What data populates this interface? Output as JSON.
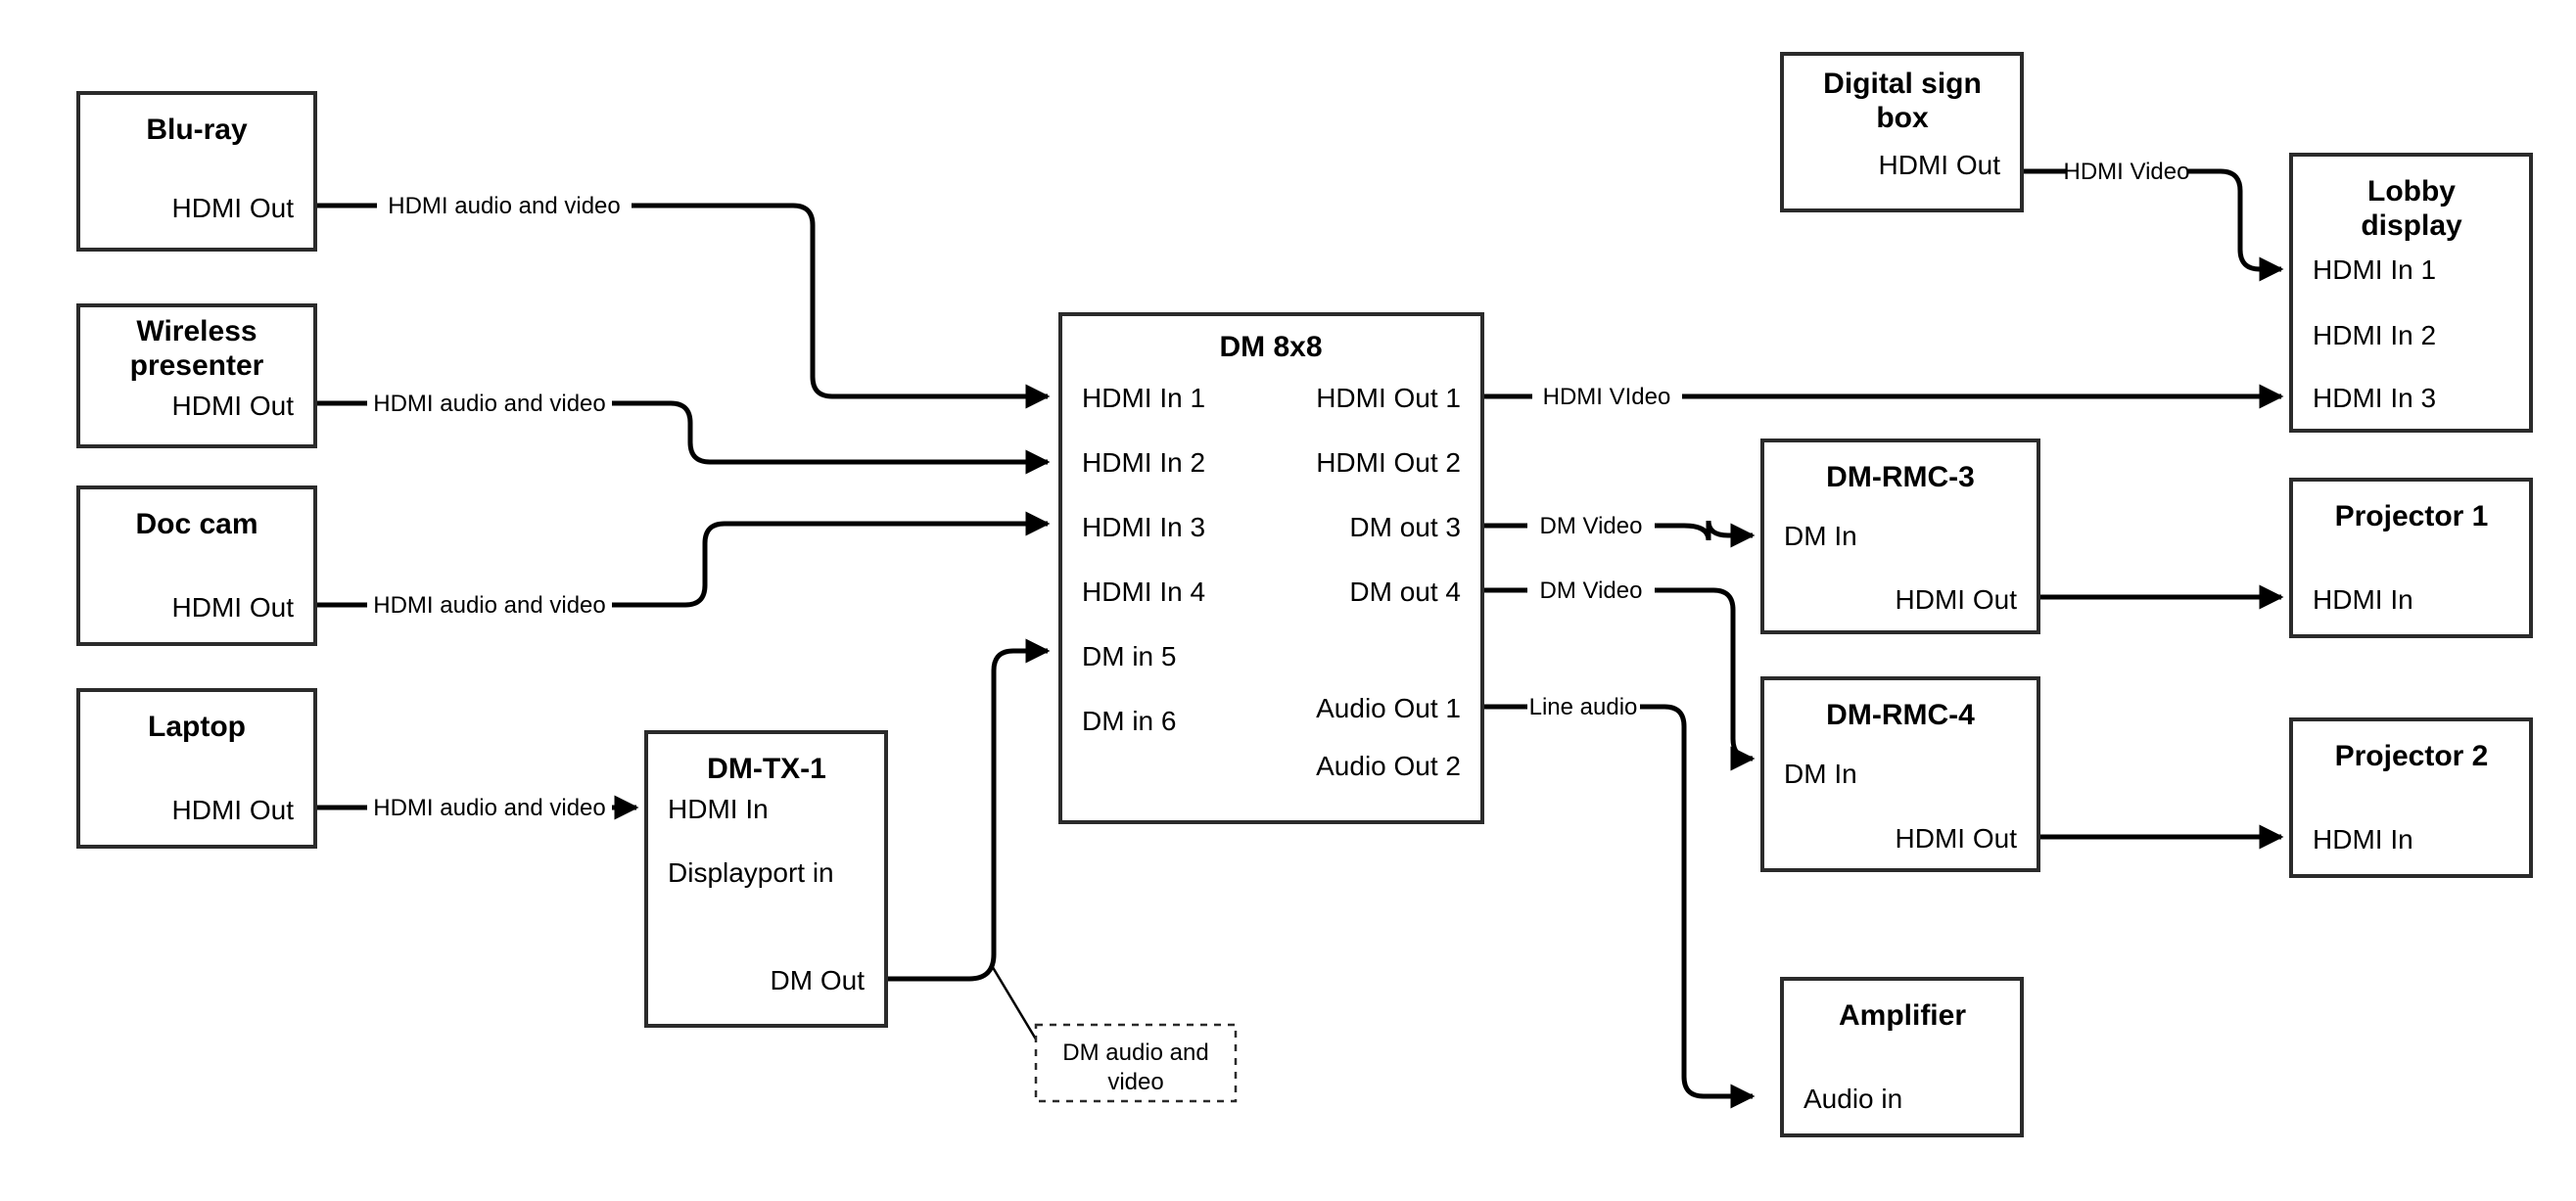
{
  "diagram": {
    "title": "AV signal flow diagram",
    "background_color": "#ffffff",
    "line_color": "#000000",
    "box_border_color": "#2b2b2b"
  },
  "nodes": {
    "bluray": {
      "title": "Blu-ray",
      "port_out": "HDMI Out"
    },
    "wireless": {
      "title_line1": "Wireless",
      "title_line2": "presenter",
      "port_out": "HDMI Out"
    },
    "doccam": {
      "title": "Doc cam",
      "port_out": "HDMI Out"
    },
    "laptop": {
      "title": "Laptop",
      "port_out": "HDMI Out"
    },
    "dmtx1": {
      "title": "DM-TX-1",
      "port_in1": "HDMI In",
      "port_in2": "Displayport in",
      "port_out": "DM Out"
    },
    "dm8x8": {
      "title": "DM 8x8",
      "inputs": [
        "HDMI In 1",
        "HDMI In 2",
        "HDMI In 3",
        "HDMI In 4",
        "DM in 5",
        "DM in 6"
      ],
      "outputs": [
        "HDMI Out 1",
        "HDMI Out 2",
        "DM out 3",
        "DM out 4",
        "Audio Out 1",
        "Audio Out 2"
      ]
    },
    "digitalsign": {
      "title_line1": "Digital sign",
      "title_line2": "box",
      "port_out": "HDMI Out"
    },
    "lobby": {
      "title_line1": "Lobby",
      "title_line2": "display",
      "ports": [
        "HDMI In 1",
        "HDMI In 2",
        "HDMI In 3"
      ]
    },
    "dmrmc3": {
      "title": "DM-RMC-3",
      "port_in": "DM In",
      "port_out": "HDMI Out"
    },
    "dmrmc4": {
      "title": "DM-RMC-4",
      "port_in": "DM In",
      "port_out": "HDMI Out"
    },
    "projector1": {
      "title": "Projector 1",
      "port_in": "HDMI In"
    },
    "projector2": {
      "title": "Projector 2",
      "port_in": "HDMI In"
    },
    "amplifier": {
      "title": "Amplifier",
      "port_in": "Audio in"
    }
  },
  "callouts": {
    "dm_audio_video": {
      "line1": "DM audio and",
      "line2": "video"
    }
  },
  "links": {
    "bluray_to_dm": "HDMI audio and video",
    "wireless_to_dm": "HDMI audio and video",
    "doccam_to_dm": "HDMI audio and video",
    "laptop_to_dmtx1": "HDMI audio and video",
    "dm_hdmiout1_lobby": "HDMI VIdeo",
    "dm_dmout3_rmc3": "DM Video",
    "dm_dmout4_rmc4": "DM Video",
    "dm_audioout1_amp": "Line audio",
    "sign_to_lobby": "HDMI Video"
  }
}
